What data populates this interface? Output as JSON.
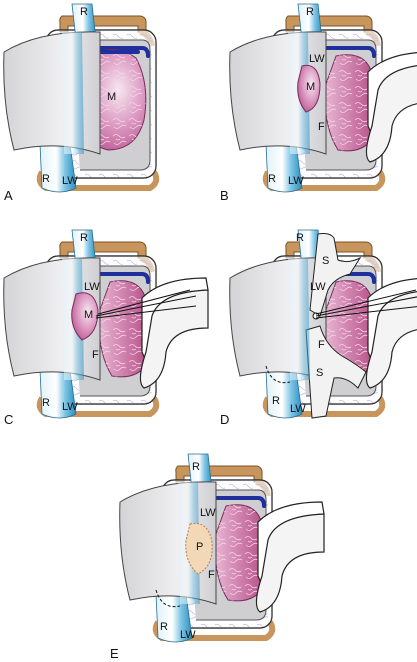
{
  "panels": [
    {
      "id": "A",
      "letter": "A",
      "labels": {
        "retractor_top": "R",
        "retractor_bottom": "R",
        "lateral_wall": "LW",
        "mass": "M"
      }
    },
    {
      "id": "B",
      "letter": "B",
      "labels": {
        "retractor_top": "R",
        "retractor_bottom": "R",
        "lateral_wall": "LW",
        "mass": "M",
        "flap": "F"
      }
    },
    {
      "id": "C",
      "letter": "C",
      "labels": {
        "retractor_top": "R",
        "retractor_bottom": "R",
        "lateral_wall": "LW",
        "mass": "M",
        "flap": "F"
      }
    },
    {
      "id": "D",
      "letter": "D",
      "labels": {
        "retractor_top": "R",
        "retractor_bottom": "R",
        "lateral_wall": "LW",
        "flap": "F",
        "suture_top": "S",
        "suture_bottom": "S"
      }
    },
    {
      "id": "E",
      "letter": "E",
      "labels": {
        "retractor_top": "R",
        "retractor_bottom": "R",
        "lateral_wall": "LW",
        "patch": "P",
        "flap": "F"
      }
    }
  ],
  "colors": {
    "bracket": "#c8955c",
    "drape": "#e6e6e8",
    "tube": "#bfe3f2",
    "tube_dark": "#2a8fc0",
    "tissue": "#d98bb8",
    "tissue_dark": "#b8548c",
    "wall": "#9e9e9e",
    "blue_mark": "#1f2f9c",
    "patch": "#f3d8b8"
  }
}
